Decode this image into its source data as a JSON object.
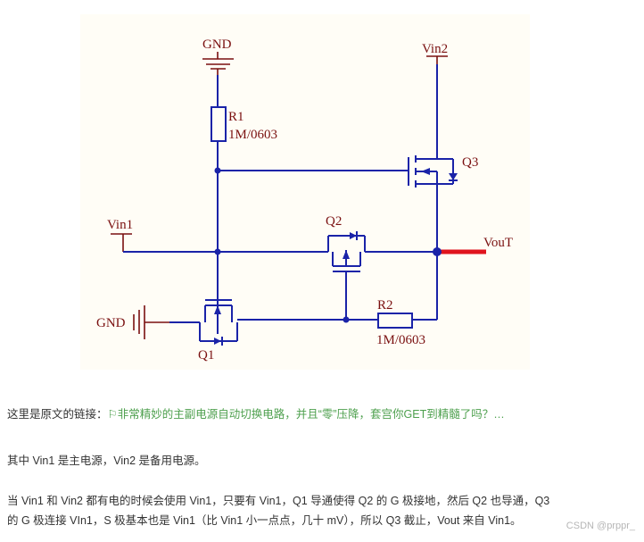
{
  "schematic": {
    "gnd_top": "GND",
    "r1_name": "R1",
    "r1_value": "1M/0603",
    "vin2": "Vin2",
    "q3": "Q3",
    "vin1": "Vin1",
    "q2": "Q2",
    "vout": "VouT",
    "gnd_left": "GND",
    "r2_name": "R2",
    "r2_value": "1M/0603",
    "q1": "Q1"
  },
  "article": {
    "source_prefix": "这里是原文的链接：",
    "source_link": "⚐非常精妙的主副电源自动切换电路，并且“零”压降，套宫你GET到精髓了吗？…",
    "p2": "其中 Vin1 是主电源，Vin2 是备用电源。",
    "p3_line1": "当 Vin1 和 Vin2 都有电的时候会使用 Vin1，只要有 Vin1，Q1 导通使得 Q2 的 G 极接地，然后 Q2 也导通，Q3",
    "p3_line2": "的 G 极连接 VIn1，S 极基本也是 Vin1（比 Vin1 小一点点，几十 mV），所以 Q3 截止，Vout 来自 Vin1。"
  },
  "watermark": "CSDN @prppr_",
  "colors": {
    "wire": "#1a23a8",
    "label": "#7a1010",
    "vout_wire": "#e0141e",
    "link": "#4ea04e"
  }
}
